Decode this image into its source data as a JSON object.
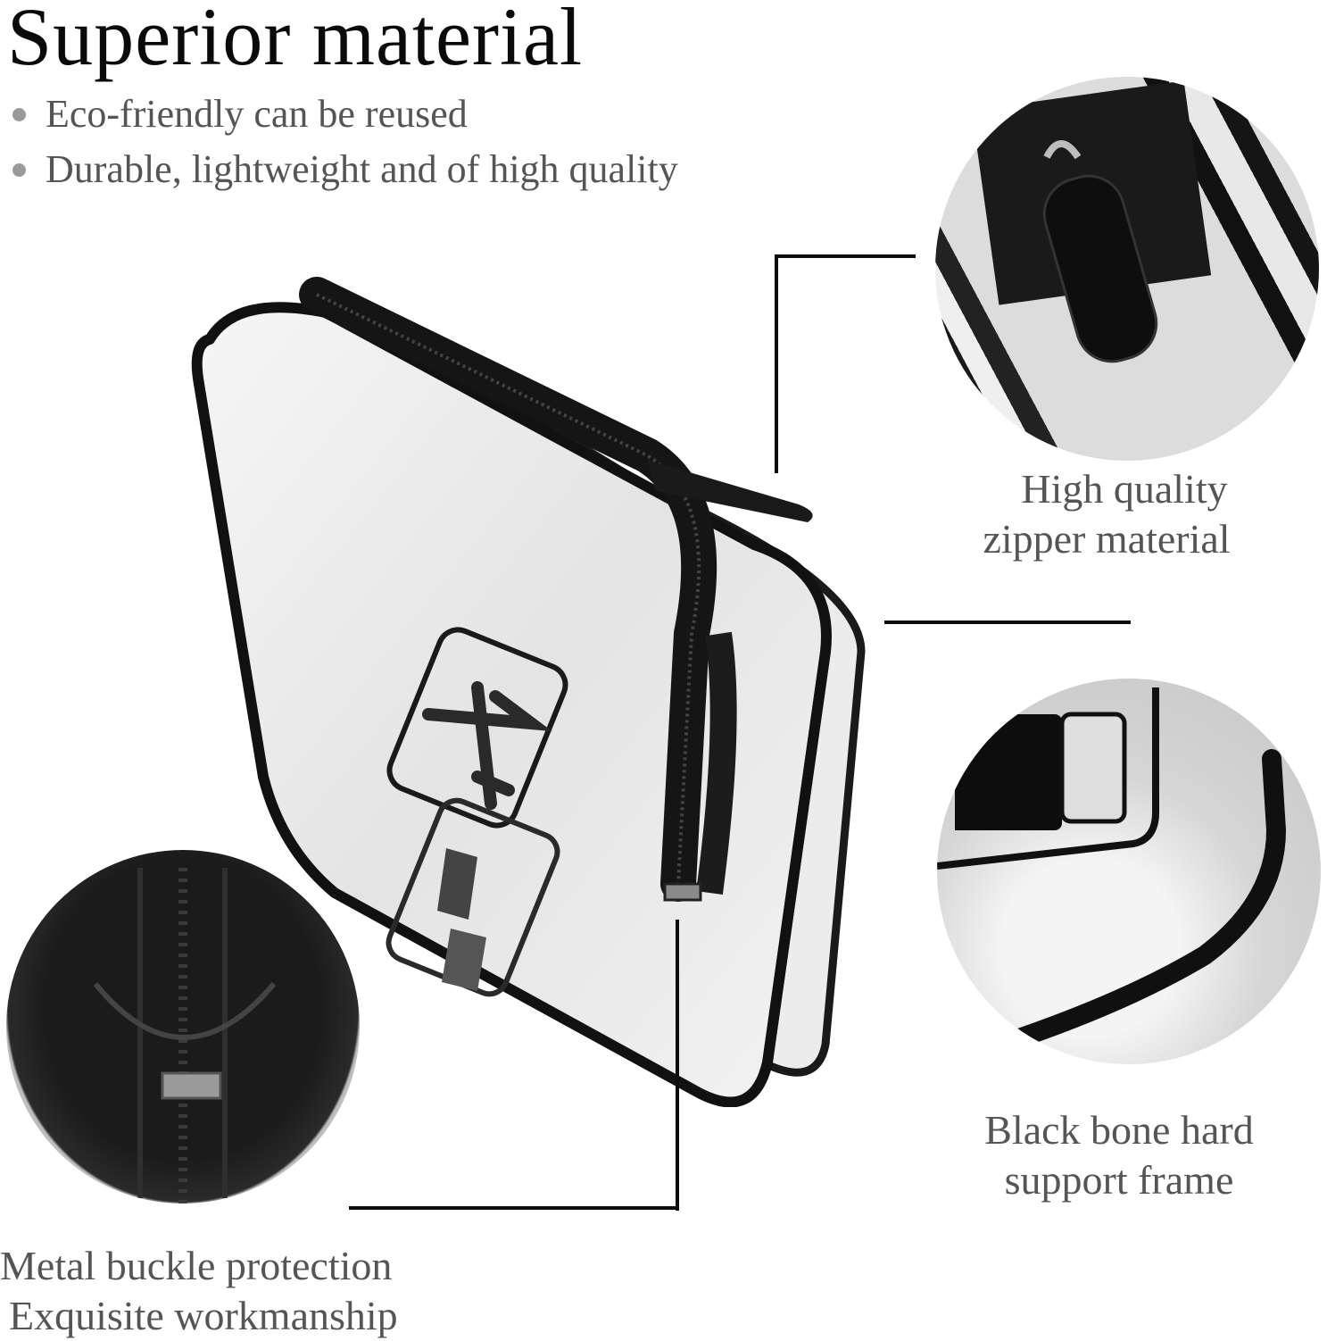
{
  "header": {
    "title": "Superior material",
    "bullets": [
      "Eco-friendly can be reused",
      "Durable, lightweight and of high quality"
    ]
  },
  "callouts": {
    "zipper": {
      "line1": "High quality",
      "line2": "zipper material",
      "icon": "zipper-pull-closeup"
    },
    "frame": {
      "line1": "Black bone hard",
      "line2": "support frame",
      "icon": "frame-corner-closeup"
    },
    "metal": {
      "line1": "Metal buckle protection",
      "line2": "Exquisite workmanship",
      "icon": "zipper-stop-closeup"
    }
  },
  "product": {
    "name": "clear-toiletry-bag",
    "print_icons": [
      "airplane-icon",
      "liquids-bottles-icon"
    ]
  },
  "colors": {
    "title": "#0a0a0a",
    "body_text": "#555555",
    "bullet": "#9a9a9a",
    "line": "#0d0d0d",
    "background": "#ffffff"
  }
}
